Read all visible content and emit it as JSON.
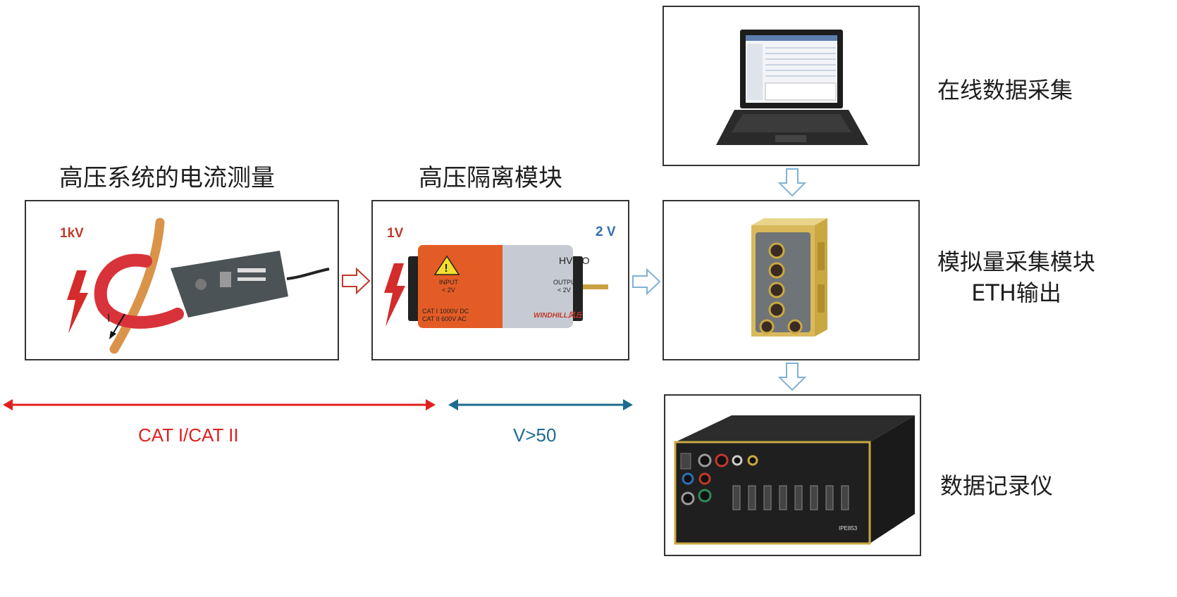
{
  "stages": {
    "clamp_title": "高压系统的电流测量",
    "isolation_title": "高压隔离模块"
  },
  "clamp": {
    "voltage": "1kV",
    "current_symbol": "I"
  },
  "isolation": {
    "voltage_in": "1V",
    "voltage_out": "2 V",
    "device_name": "HVISO",
    "input_label": "INPUT",
    "input_range": "< 2V",
    "output_label": "OUTPUT",
    "output_range": "< 2V",
    "cat1": "CAT I  1000V DC",
    "cat2": "CAT II  600V AC",
    "brand": "WINDHILL风丘"
  },
  "right": {
    "online_label": "在线数据采集",
    "module_label_1": "模拟量采集模块",
    "module_label_2": "ETH输出",
    "recorder_label": "数据记录仪"
  },
  "ranges": {
    "cat_label": "CAT I/CAT II",
    "v_label": "V>50"
  },
  "recorder": {
    "model": "IPE853"
  },
  "colors": {
    "red": "#e02020",
    "teal": "#1e6b8f",
    "orange": "#e45c25",
    "outline_arrow": "#7fb2d6"
  }
}
